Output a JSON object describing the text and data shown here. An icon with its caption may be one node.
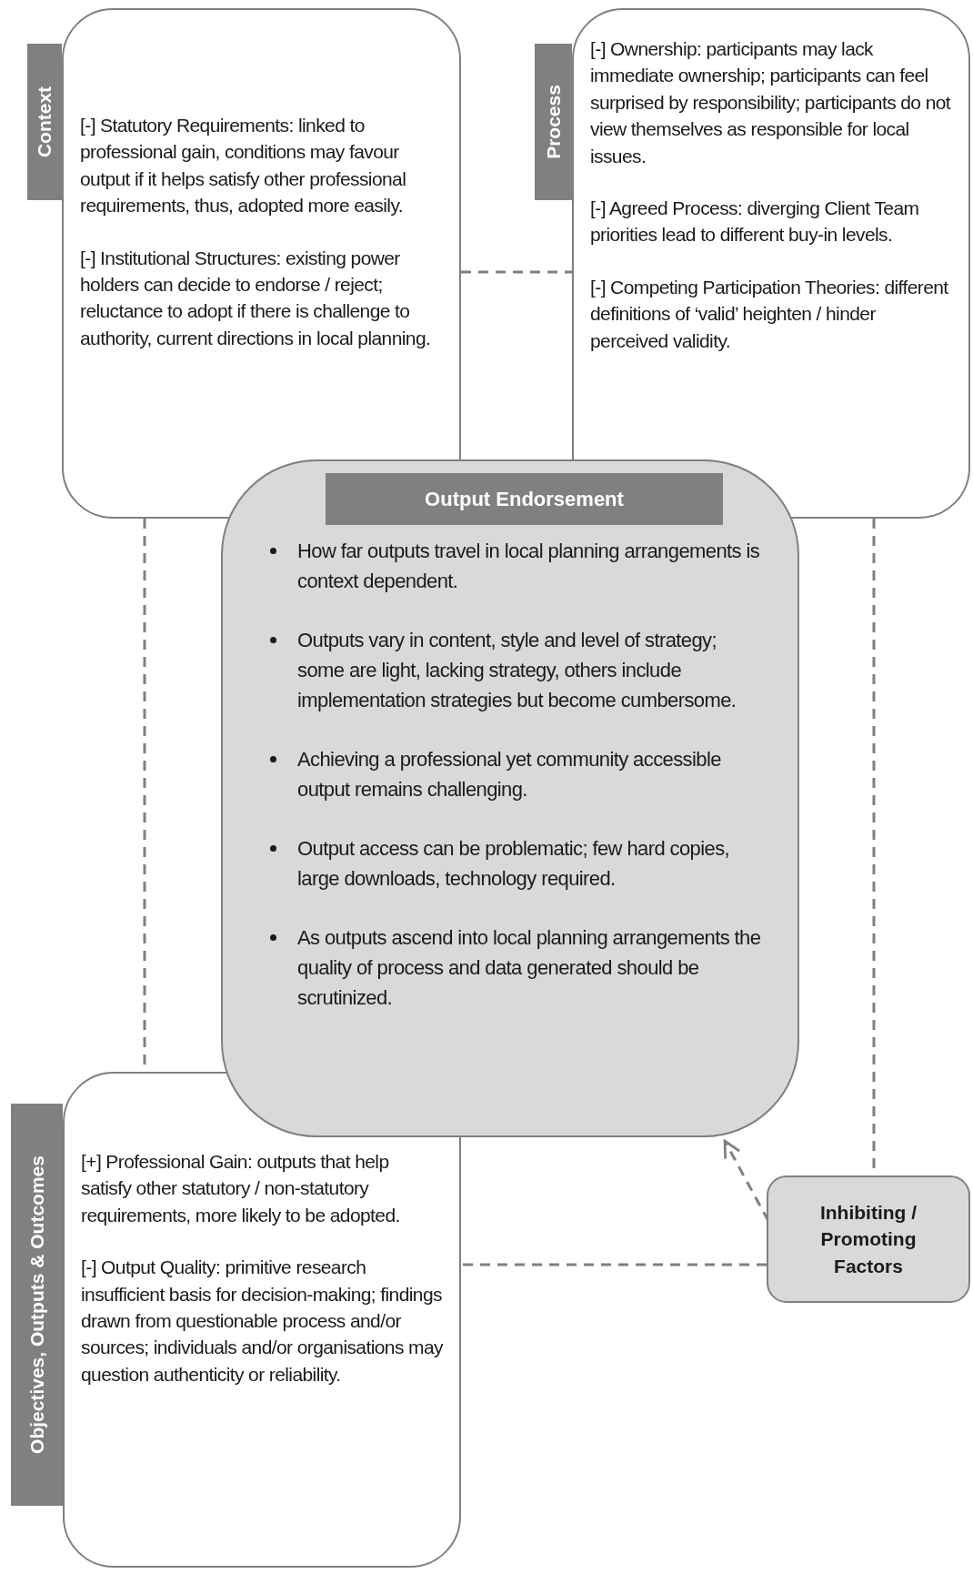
{
  "diagram": {
    "nodes": [
      {
        "text": [
          "Context"
        ]
      },
      {
        "text": [
          "[-] Statutory Requirements: linked to professional gain, conditions may favour output if it helps satisfy other professional requirements, thus, adopted more easily.",
          "[-] Institutional Structures: existing power holders can decide to endorse / reject; reluctance to adopt if there is challenge to authority, current directions in local planning."
        ]
      },
      {
        "text": [
          "Process"
        ]
      },
      {
        "text": [
          "[-] Ownership: participants may lack immediate ownership; participants can feel surprised by responsibility; participants do not view themselves as responsible for local issues.",
          "[-] Agreed Process: diverging Client Team priorities lead to different buy-in levels.",
          "[-] Competing Participation Theories: different definitions of ‘valid’ heighten / hinder perceived validity."
        ]
      },
      {
        "text": [
          "How far outputs travel in local planning arrangements is context dependent.",
          "Outputs vary in content, style and level of strategy; some are light, lacking strategy, others include implementation strategies but become cumbersome.",
          "Achieving a professional yet community accessible output remains challenging.",
          "Output access can be problematic; few hard copies, large downloads, technology required.",
          "As outputs ascend into local planning arrangements the quality of process and data generated should be scrutinized."
        ]
      },
      {
        "text": [
          "Output Endorsement"
        ],
        "in": 4
      },
      {
        "text": [
          "Objectives, Outputs & Outcomes"
        ]
      },
      {
        "text": [
          "[+] Professional Gain: outputs that help satisfy other statutory / non-statutory requirements, more likely to be adopted.",
          "[-] Output Quality: primitive research insufficient basis for decision-making; findings drawn from questionable process and/or sources; individuals and/or organisations may question authenticity or reliability."
        ]
      },
      {
        "text": [
          "Inhibiting / Promoting Factors"
        ]
      }
    ],
    "edges": [
      {
        "from": 1,
        "to": 3,
        "arrow": "none",
        "style": "dashed"
      },
      {
        "from": 1,
        "to": 7,
        "arrow": "none",
        "style": "dashed"
      },
      {
        "from": 3,
        "to": 8,
        "arrow": "none",
        "style": "dashed"
      },
      {
        "from": 8,
        "to": 4,
        "arrow": "to",
        "style": "dashed"
      },
      {
        "from": 8,
        "to": 7,
        "arrow": "none",
        "style": "dashed"
      }
    ]
  }
}
